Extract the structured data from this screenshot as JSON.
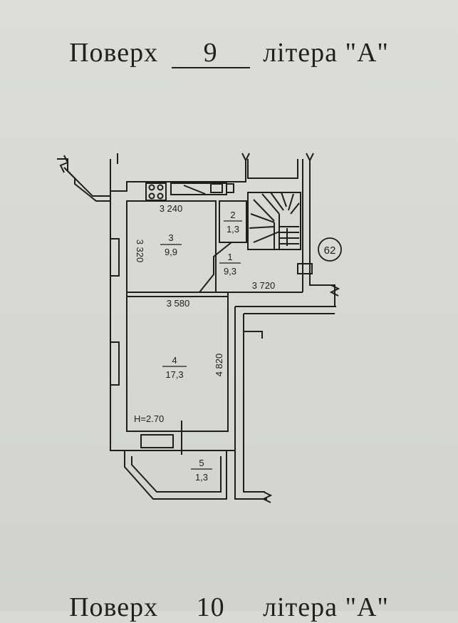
{
  "header": {
    "prefix": "Поверх",
    "floor": "9",
    "suffix": "літера \"А\""
  },
  "footer": {
    "prefix": "Поверх",
    "floor": "10",
    "suffix": "літера \"А\""
  },
  "plan": {
    "building_number": "62",
    "ceiling_height": "H=2.70",
    "dimensions": {
      "room3_width": "3 240",
      "room3_depth": "3 320",
      "room4_width": "3 580",
      "room4_depth": "4 820",
      "corridor_length": "3 720"
    },
    "rooms": [
      {
        "number": "1",
        "area": "9,3"
      },
      {
        "number": "2",
        "area": "1,3"
      },
      {
        "number": "3",
        "area": "9,9"
      },
      {
        "number": "4",
        "area": "17,3"
      },
      {
        "number": "5",
        "area": "1,3"
      }
    ]
  }
}
